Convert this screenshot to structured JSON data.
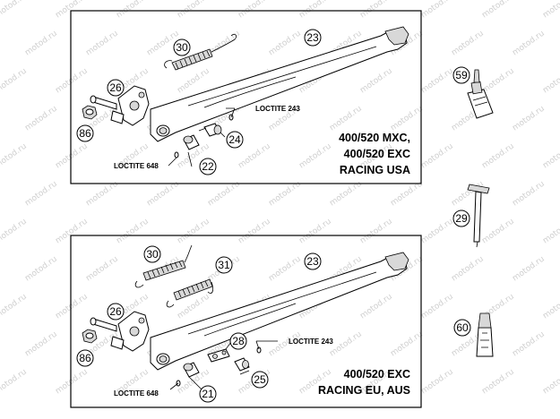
{
  "watermark": "motod.ru",
  "panels": [
    {
      "id": "upper",
      "model_lines": [
        "400/520 MXC,",
        "400/520 EXC",
        "RACING USA"
      ],
      "loctites": [
        {
          "text": "LOCTITE 243"
        },
        {
          "text": "LOCTITE 648"
        }
      ],
      "callouts": [
        "23",
        "30",
        "26",
        "86",
        "24",
        "22"
      ]
    },
    {
      "id": "lower",
      "model_lines": [
        "400/520 EXC",
        "RACING EU, AUS"
      ],
      "loctites": [
        {
          "text": "LOCTITE 243"
        },
        {
          "text": "LOCTITE 648"
        }
      ],
      "callouts": [
        "23",
        "30",
        "31",
        "26",
        "86",
        "28",
        "25",
        "21"
      ]
    }
  ],
  "side_callouts": [
    "59",
    "29",
    "60"
  ]
}
